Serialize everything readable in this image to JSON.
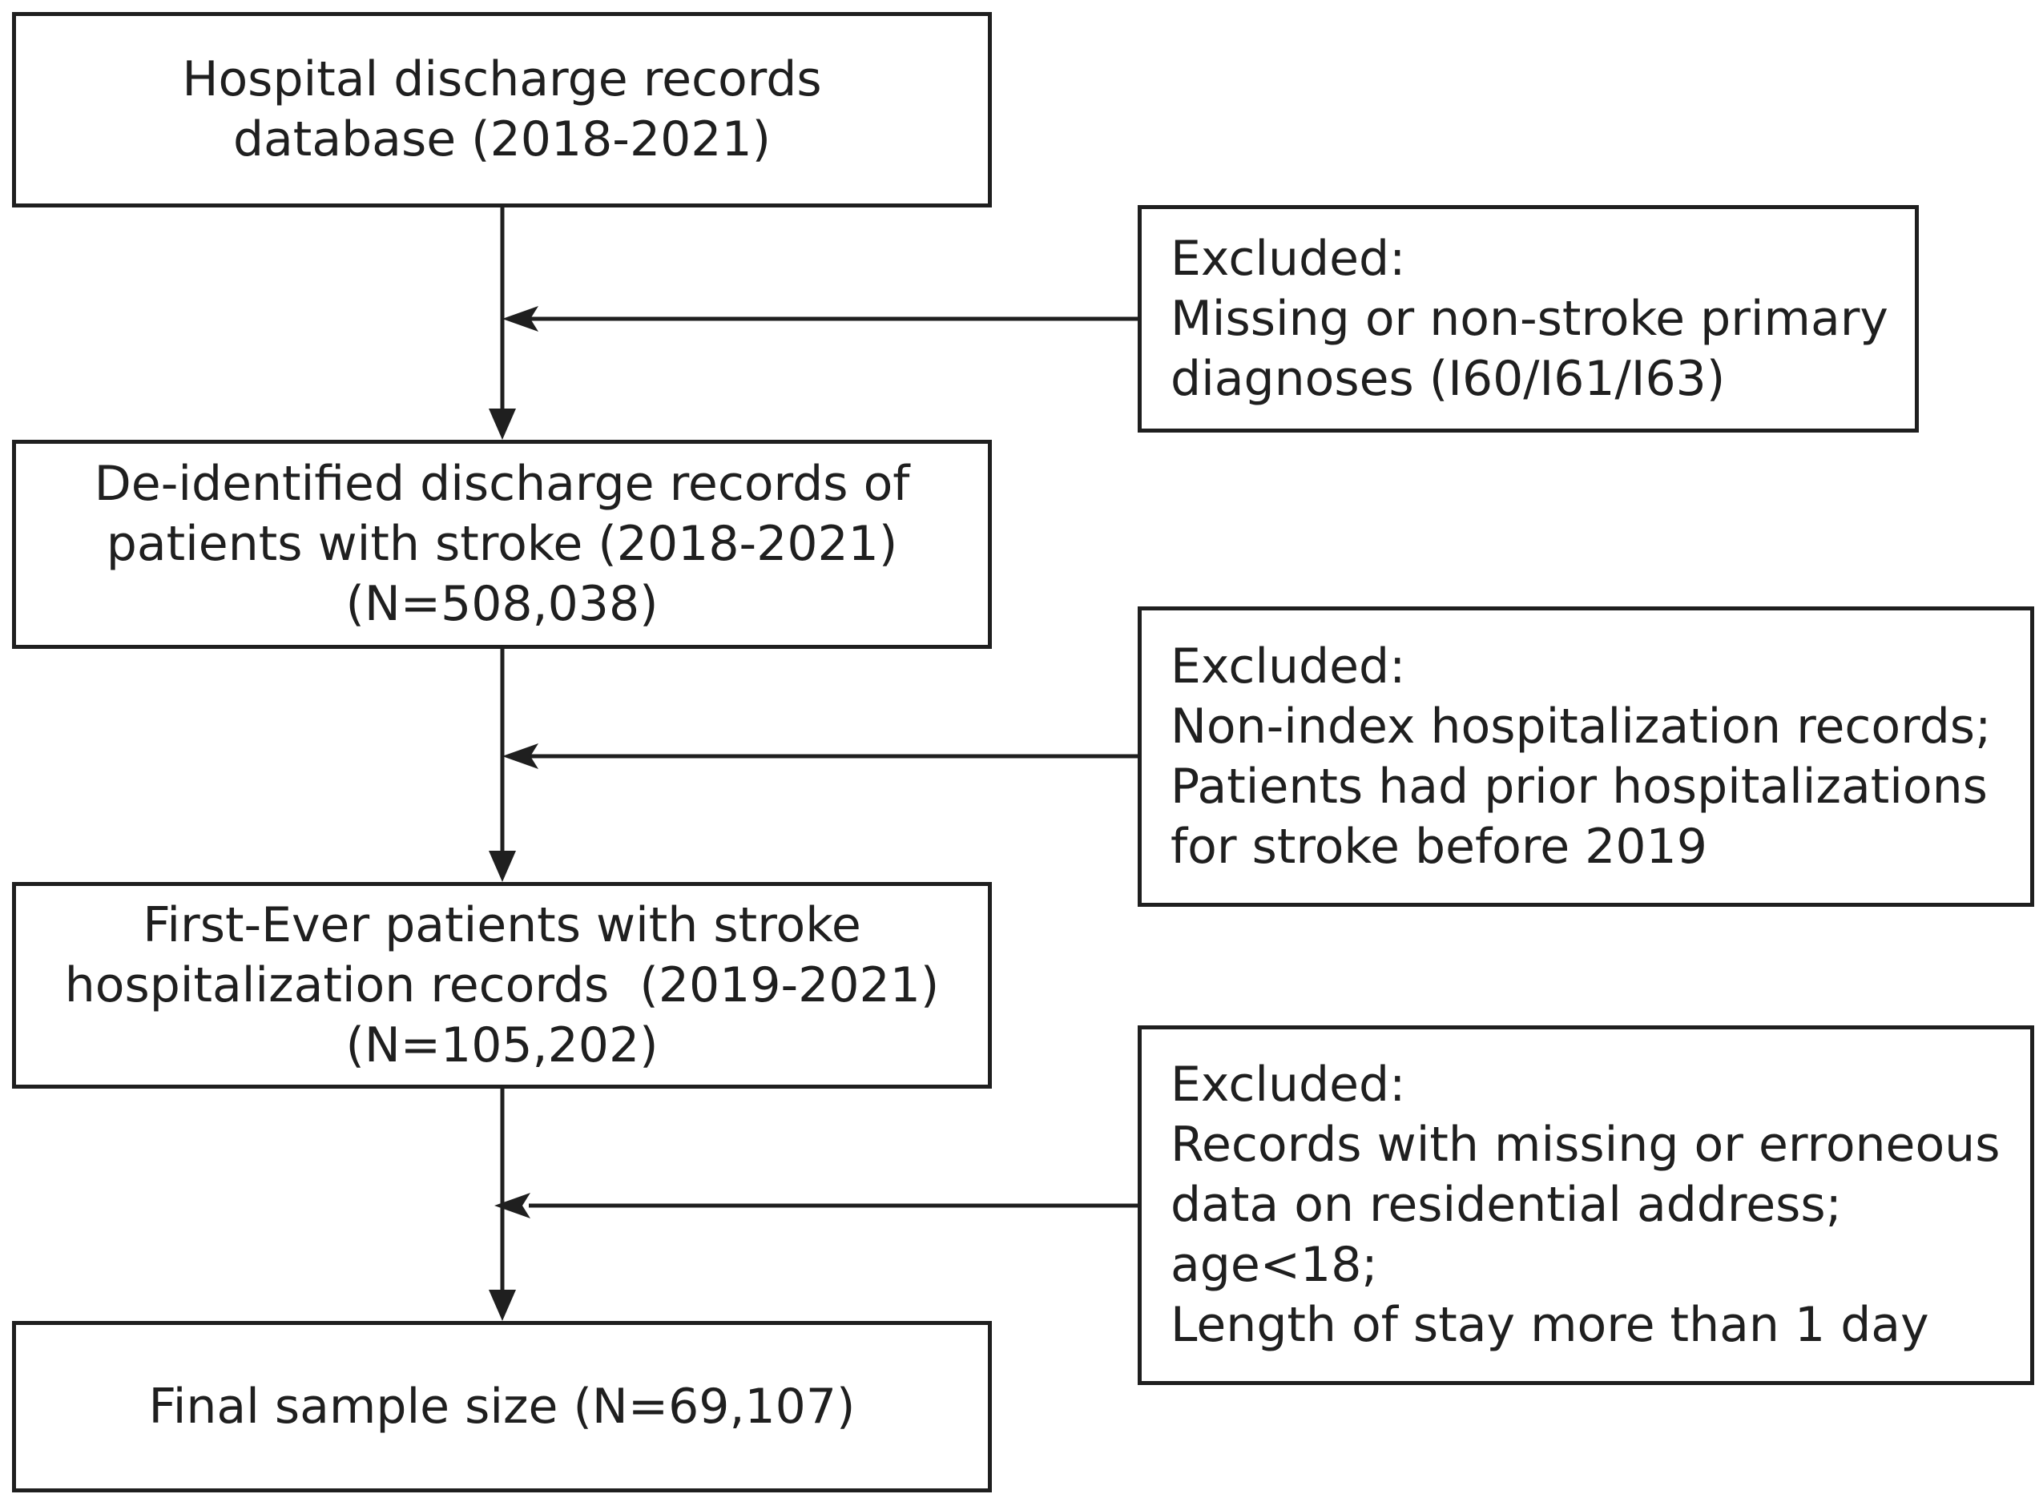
{
  "flow": {
    "main_boxes": [
      {
        "lines": [
          "Hospital discharge records",
          "database (2018-2021)"
        ]
      },
      {
        "lines": [
          "De-identified discharge records of",
          "patients with stroke (2018-2021)",
          "(N=508,038)"
        ]
      },
      {
        "lines": [
          "First-Ever patients with stroke",
          "hospitalization records  (2019-2021)",
          "(N=105,202)"
        ]
      },
      {
        "lines": [
          "Final sample size (N=69,107)"
        ]
      }
    ],
    "exclusions": [
      {
        "lines": [
          "Excluded:",
          "Missing or non-stroke primary",
          "diagnoses (I60/I61/I63)"
        ]
      },
      {
        "lines": [
          "Excluded:",
          "Non-index hospitalization records;",
          "Patients had prior hospitalizations",
          "for stroke before 2019"
        ]
      },
      {
        "lines": [
          "Excluded:",
          "Records with missing or erroneous",
          "data on residential address;",
          "age<18;",
          "Length of stay more than 1 day"
        ]
      }
    ]
  },
  "colors": {
    "stroke": "#1f1f1f",
    "background": "#ffffff"
  }
}
